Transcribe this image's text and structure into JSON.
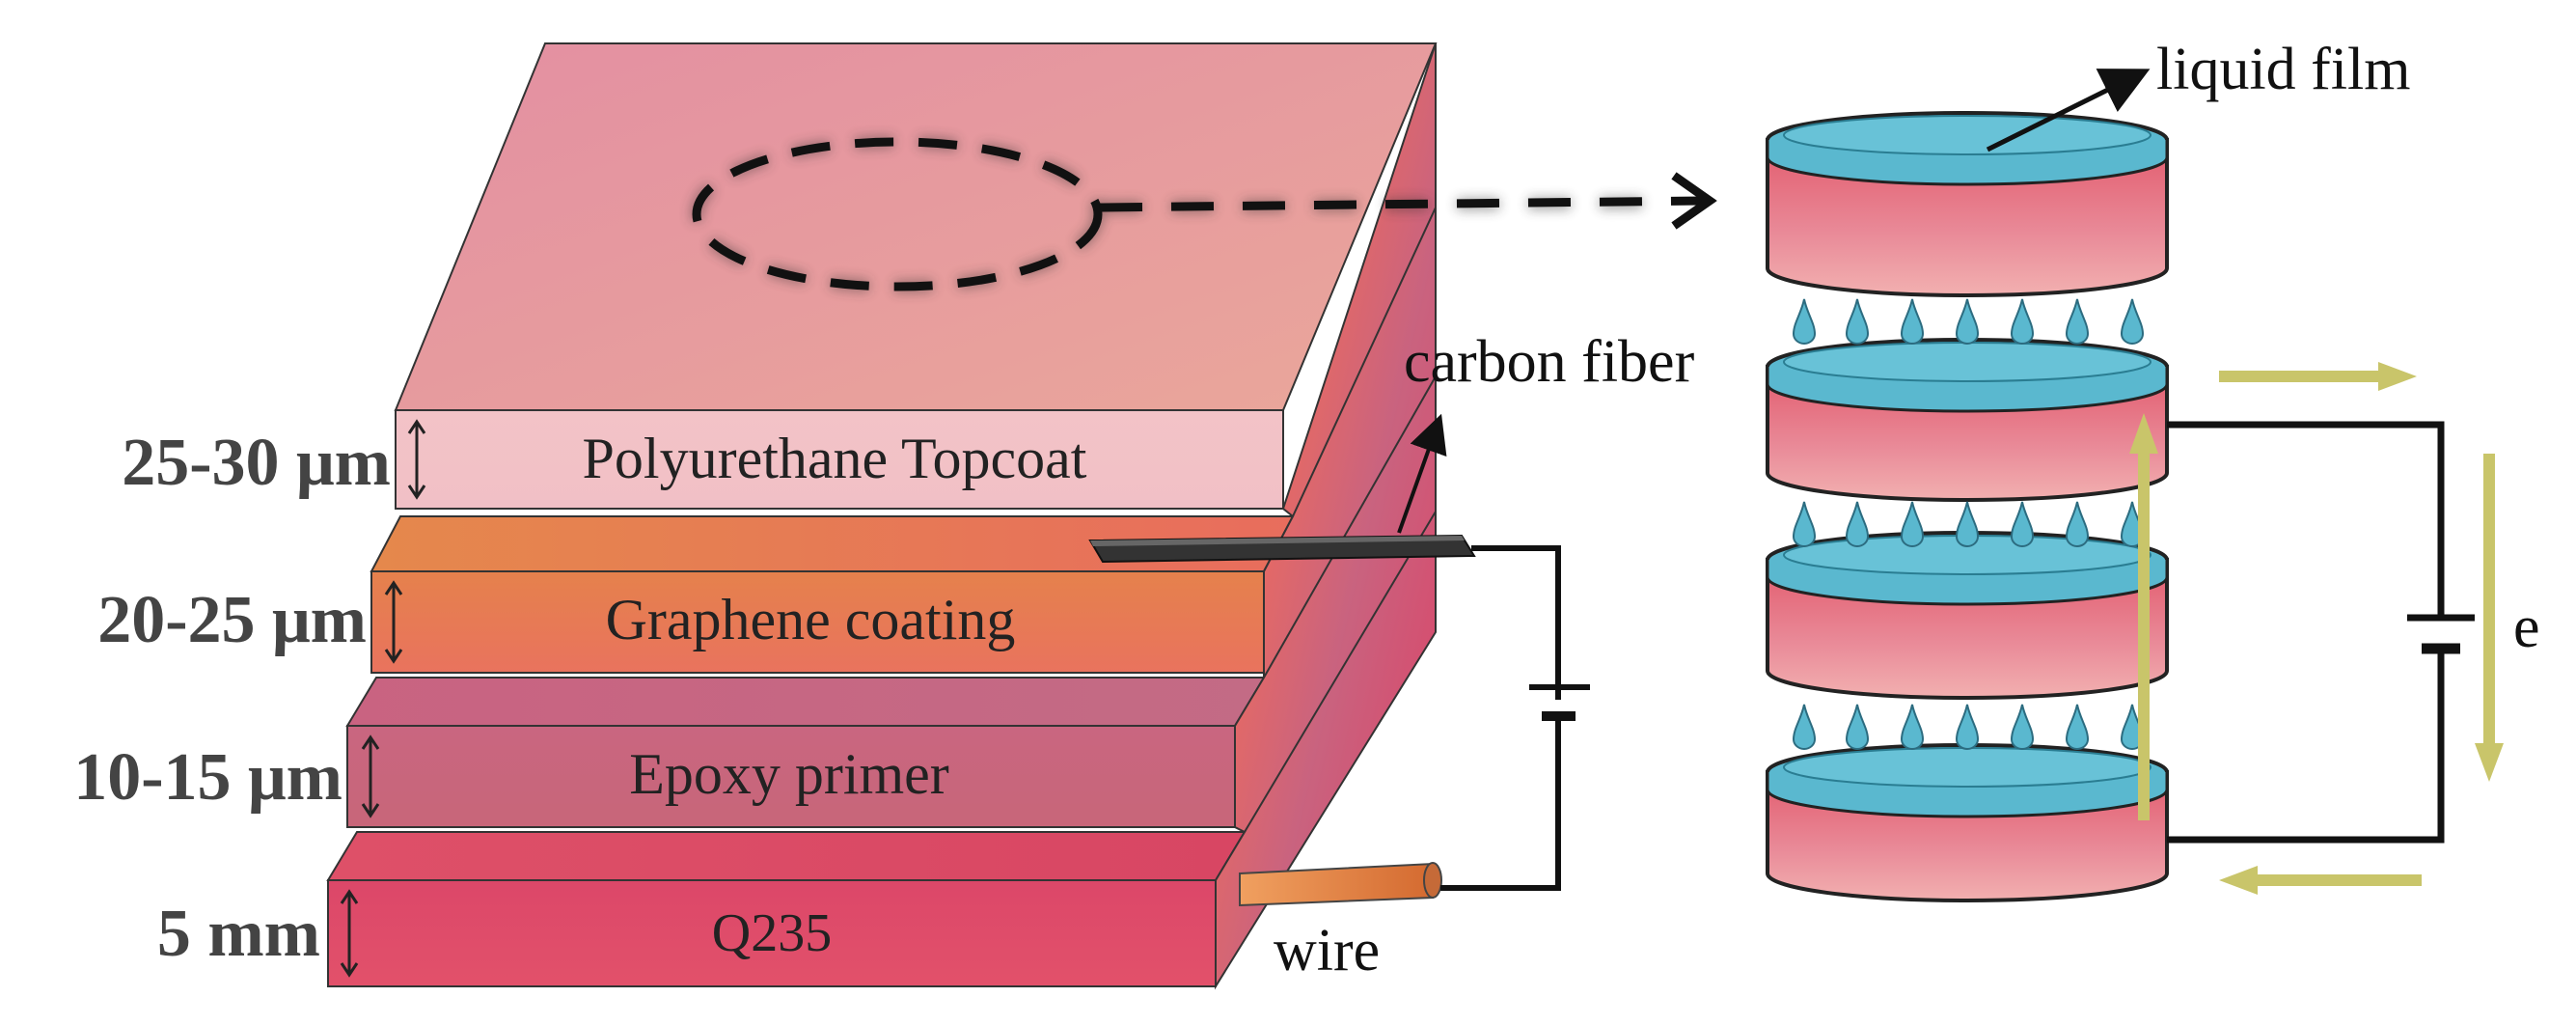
{
  "layers": [
    {
      "thickness": "25-30 μm",
      "name": "Polyurethane Topcoat"
    },
    {
      "thickness": "20-25 μm",
      "name": "Graphene coating"
    },
    {
      "thickness": "10-15 μm",
      "name": "Epoxy primer"
    },
    {
      "thickness": "5 mm",
      "name": "Q235"
    }
  ],
  "labels": {
    "carbon_fiber": "carbon fiber",
    "wire": "wire",
    "liquid_film": "liquid film",
    "electron": "e"
  },
  "colors": {
    "topcoat": "#e79aa3",
    "graphene": "#e86f5c",
    "epoxy": "#c8667e",
    "q235": "#df4467",
    "liquid": "#5ab8cf",
    "arrow": "#c9c56a"
  }
}
